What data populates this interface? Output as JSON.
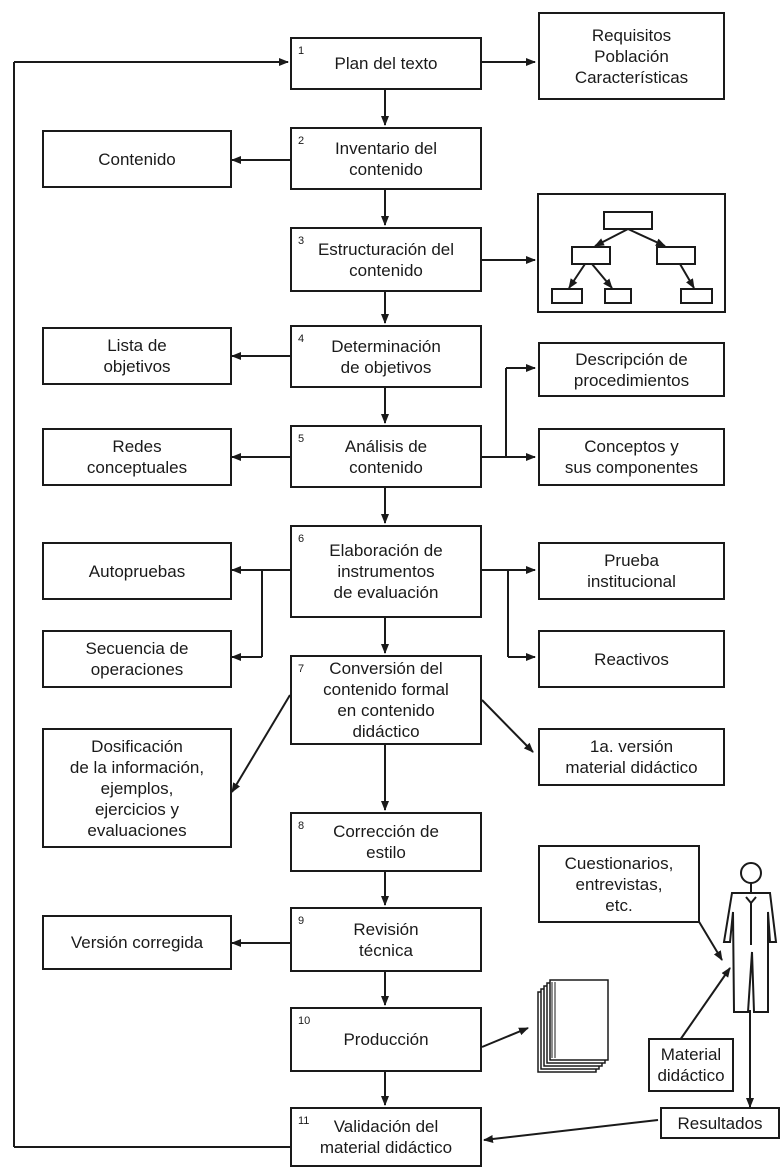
{
  "steps": [
    {
      "num": "1",
      "label": "Plan del texto"
    },
    {
      "num": "2",
      "label": "Inventario del\ncontenido"
    },
    {
      "num": "3",
      "label": "Estructuración del\ncontenido"
    },
    {
      "num": "4",
      "label": "Determinación\nde objetivos"
    },
    {
      "num": "5",
      "label": "Análisis de\ncontenido"
    },
    {
      "num": "6",
      "label": "Elaboración de\ninstrumentos\nde evaluación"
    },
    {
      "num": "7",
      "label": "Conversión del\ncontenido formal\nen contenido\ndidáctico"
    },
    {
      "num": "8",
      "label": "Corrección de\nestilo"
    },
    {
      "num": "9",
      "label": "Revisión\ntécnica"
    },
    {
      "num": "10",
      "label": "Producción"
    },
    {
      "num": "11",
      "label": "Validación del\nmaterial didáctico"
    }
  ],
  "outputs": {
    "requisitos": "Requisitos\nPoblación\nCaracterísticas",
    "contenido": "Contenido",
    "lista_objetivos": "Lista de\nobjetivos",
    "descripcion": "Descripción de\nprocedimientos",
    "redes": "Redes\nconceptuales",
    "conceptos": "Conceptos y\nsus componentes",
    "autopruebas": "Autopruebas",
    "prueba": "Prueba\ninstitucional",
    "secuencia": "Secuencia de\noperaciones",
    "reactivos": "Reactivos",
    "dosificacion": "Dosificación\nde la información,\nejemplos,\nejercicios y\nevaluaciones",
    "version1": "1a. versión\nmaterial didáctico",
    "cuestionarios": "Cuestionarios,\nentrevistas,\netc.",
    "version_corregida": "Versión corregida",
    "material": "Material\ndidáctico",
    "resultados": "Resultados"
  },
  "icons": [
    "hierarchy-tree-icon",
    "stack-of-books-icon",
    "person-figure-icon"
  ]
}
